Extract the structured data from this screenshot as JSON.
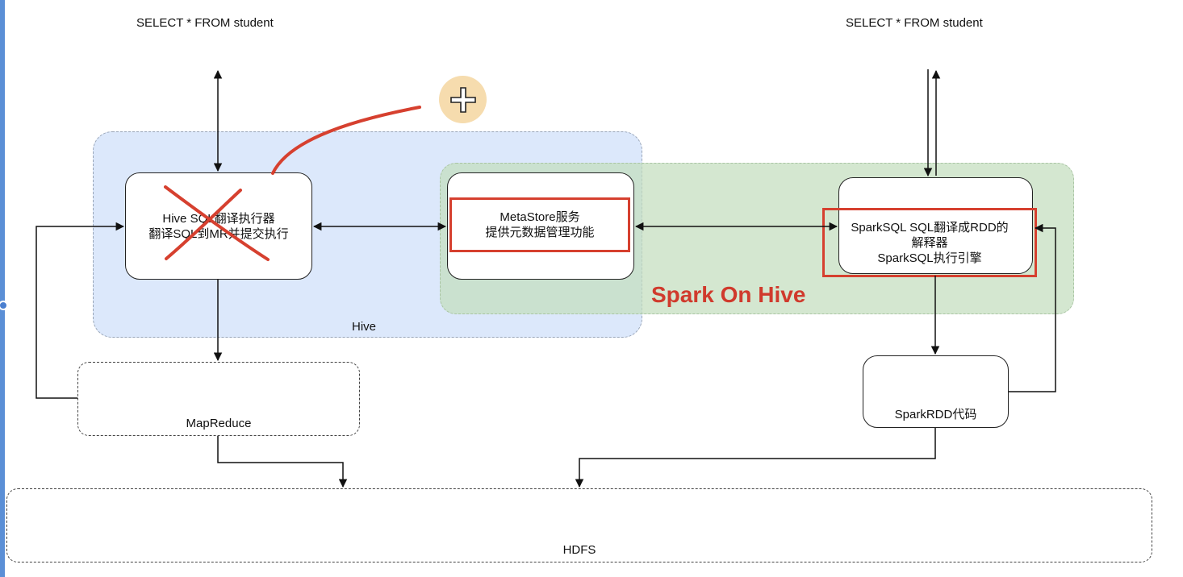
{
  "diagram": {
    "query_left": "SELECT * FROM student",
    "query_right": "SELECT * FROM student",
    "hive_region_label": "Hive",
    "spark_on_hive_label": "Spark On Hive",
    "hive_sql_box": {
      "line1": "Hive SQL翻译执行器",
      "line2": "翻译SQL到MR并提交执行"
    },
    "metastore_box": {
      "line1": "MetaStore服务",
      "line2": "提供元数据管理功能"
    },
    "sparksql_box": {
      "line1": "SparkSQL SQL翻译成RDD的",
      "line2": "解释器",
      "line3": "SparkSQL执行引擎"
    },
    "sparkrdd_box": {
      "label": "SparkRDD代码"
    },
    "mapreduce_box": {
      "label": "MapReduce"
    },
    "hdfs_box": {
      "label": "HDFS"
    }
  },
  "colors": {
    "hive_region": "#dce8fb",
    "spark_region": "#c4debe",
    "highlight_red": "#d6402f",
    "cursor_circle": "#f6dcae"
  },
  "icons": {
    "cursor": "plus-cursor-icon"
  }
}
